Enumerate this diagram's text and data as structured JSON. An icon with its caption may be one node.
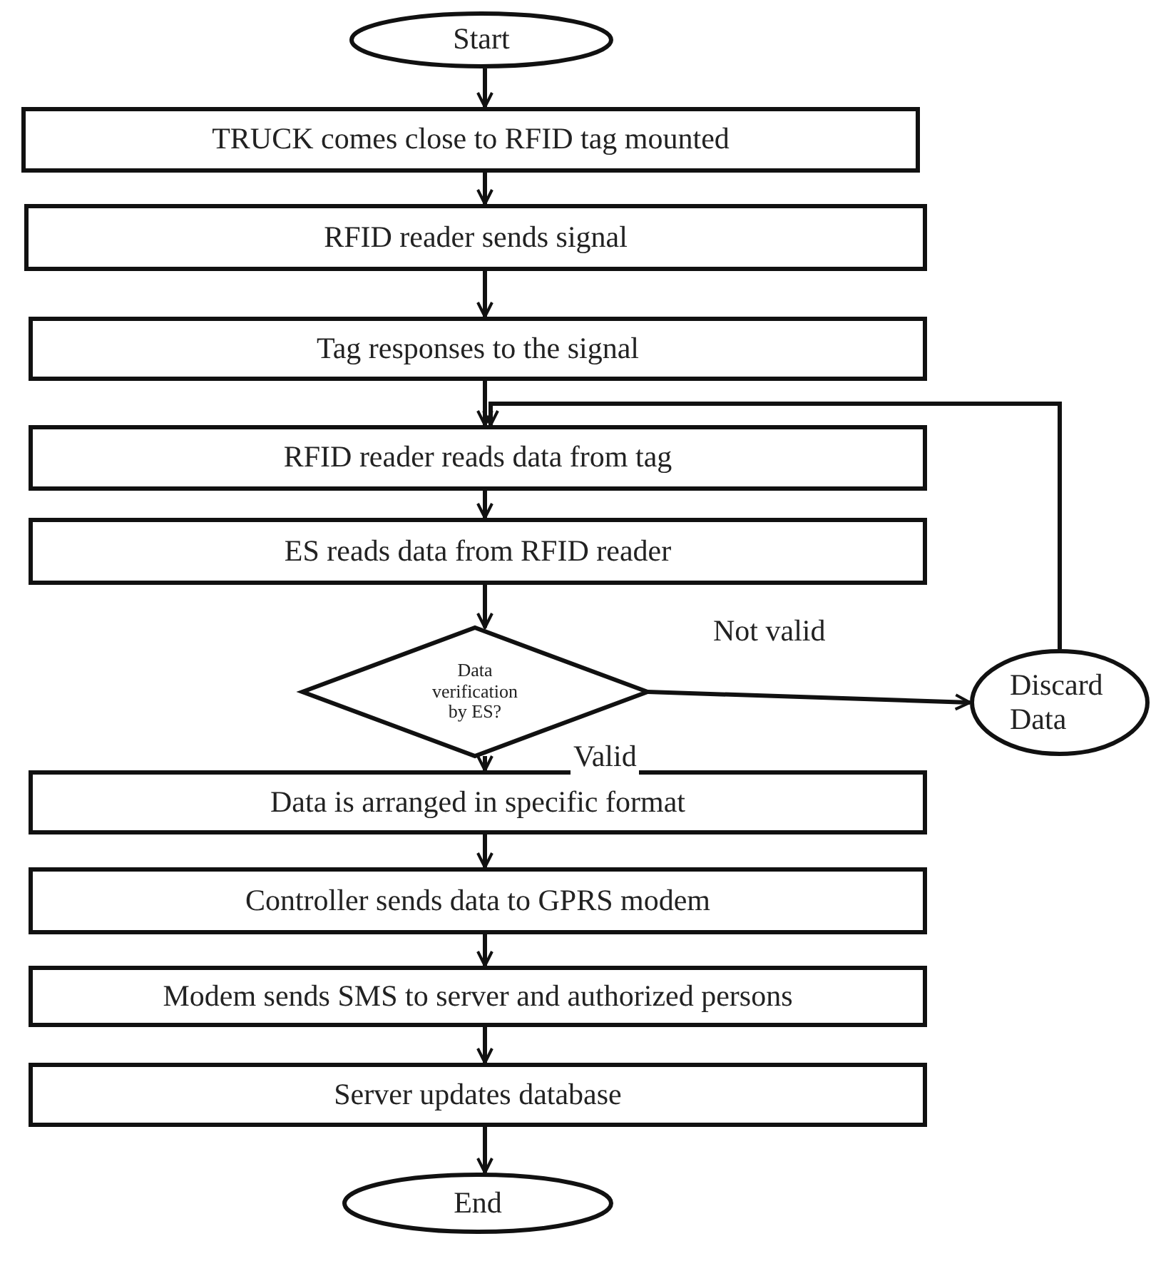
{
  "diagram": {
    "nodes": [
      {
        "text": [
          "Start"
        ]
      },
      {
        "text": [
          "TRUCK comes close to RFID tag mounted"
        ]
      },
      {
        "text": [
          "RFID reader sends signal"
        ]
      },
      {
        "text": [
          "Tag responses to the signal"
        ]
      },
      {
        "text": [
          "RFID reader reads data from tag"
        ]
      },
      {
        "text": [
          "ES reads data from RFID reader"
        ]
      },
      {
        "text": [
          "Data verification by ES?"
        ]
      },
      {
        "text": [
          "Discard Data"
        ]
      },
      {
        "text": [
          "Data is arranged in specific format"
        ]
      },
      {
        "text": [
          "Controller sends data to GPRS modem"
        ]
      },
      {
        "text": [
          "Modem sends SMS to server and authorized persons"
        ]
      },
      {
        "text": [
          "Server updates database"
        ]
      },
      {
        "text": [
          "End"
        ]
      }
    ],
    "edges": [
      {
        "from": 0,
        "to": 1,
        "arrow": "to"
      },
      {
        "from": 1,
        "to": 2,
        "arrow": "to"
      },
      {
        "from": 2,
        "to": 3,
        "arrow": "to"
      },
      {
        "from": 3,
        "to": 4,
        "arrow": "to"
      },
      {
        "from": 4,
        "to": 5,
        "arrow": "to"
      },
      {
        "from": 5,
        "to": 6,
        "arrow": "to"
      },
      {
        "from": 6,
        "to": 7,
        "arrow": "to",
        "label": "Not valid"
      },
      {
        "from": 6,
        "to": 8,
        "arrow": "to",
        "label": "Valid"
      },
      {
        "from": 7,
        "to": 4,
        "arrow": "to"
      },
      {
        "from": 8,
        "to": 9,
        "arrow": "to"
      },
      {
        "from": 9,
        "to": 10,
        "arrow": "to"
      },
      {
        "from": 10,
        "to": 11,
        "arrow": "to"
      },
      {
        "from": 11,
        "to": 12,
        "arrow": "to"
      }
    ]
  }
}
